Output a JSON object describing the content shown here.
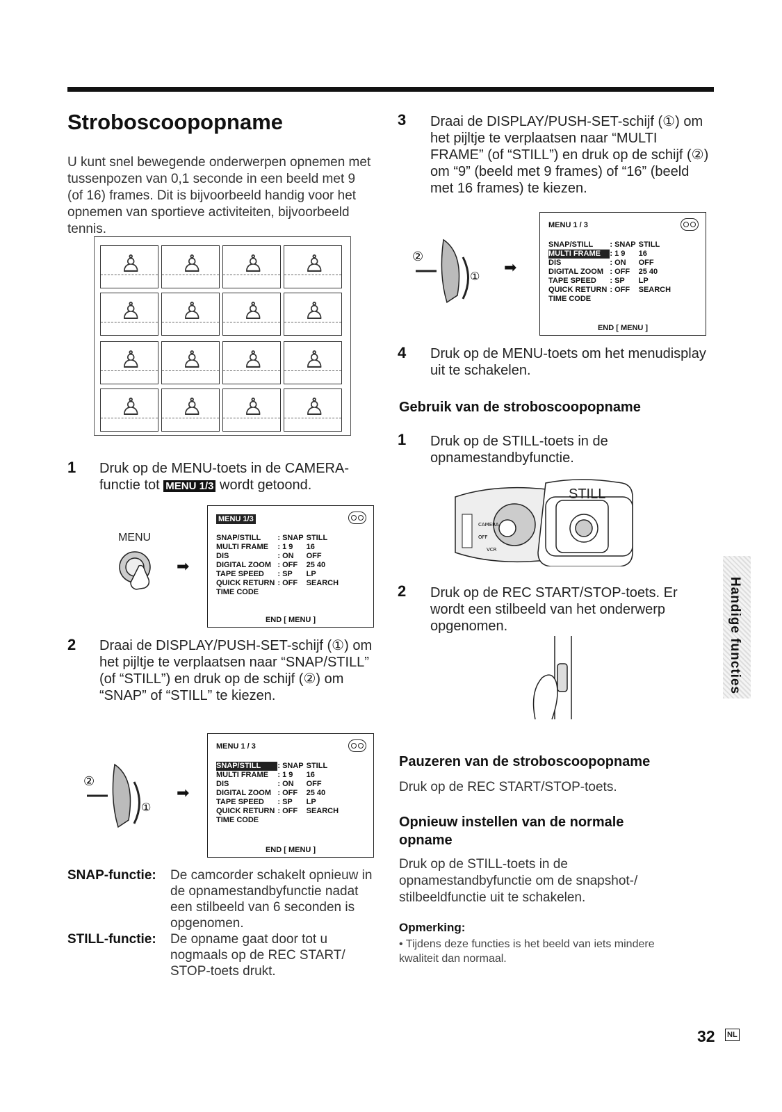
{
  "title": "Stroboscoopopname",
  "intro": "U kunt snel bewegende onderwerpen opnemen met tussenpozen van 0,1 seconde in een beeld met 9 (of 16) frames. Dit is bijvoorbeeld handig voor het opnemen van sportieve activiteiten, bijvoorbeeld tennis.",
  "steps_left": [
    {
      "num": "1",
      "text_a": "Druk op de MENU-toets in de CAMERA-functie tot ",
      "badge": "MENU 1/3",
      "text_b": " wordt getoond."
    },
    {
      "num": "2",
      "text": "Draai de DISPLAY/PUSH-SET-schijf (①) om het pijltje te verplaatsen naar “SNAP/STILL” (of “STILL”) en druk op de schijf (②) om “SNAP” of “STILL” te kiezen."
    }
  ],
  "menu_label": "MENU",
  "menu": {
    "title": "MENU 1/3",
    "title_alt": "MENU 1 / 3",
    "rows": [
      {
        "k": "SNAP/STILL",
        "v": ": SNAP",
        "w": "STILL"
      },
      {
        "k": "MULTI FRAME",
        "v": ": 1   9",
        "w": "16"
      },
      {
        "k": "DIS",
        "v": ": ON",
        "w": "OFF"
      },
      {
        "k": "DIGITAL ZOOM",
        "v": ": OFF",
        "w": "25  40"
      },
      {
        "k": "TAPE SPEED",
        "v": ": SP",
        "w": "LP"
      },
      {
        "k": "QUICK RETURN",
        "v": ": OFF",
        "w": "SEARCH"
      },
      {
        "k": "TIME CODE",
        "v": "",
        "w": ""
      }
    ],
    "end": "END  [ MENU ]"
  },
  "glossary": [
    {
      "term": "SNAP-functie:",
      "def": "De camcorder schakelt opnieuw in de opnamestandbyfunctie nadat een stilbeeld van 6 seconden is opgenomen."
    },
    {
      "term": "STILL-functie:",
      "def": "De opname gaat door tot u nogmaals op de REC START/ STOP-toets drukt."
    }
  ],
  "steps_right": [
    {
      "num": "3",
      "text": "Draai de DISPLAY/PUSH-SET-schijf (①) om het pijltje te verplaatsen naar “MULTI FRAME” (of “STILL”) en druk op de schijf (②) om “9” (beeld met 9 frames) of “16” (beeld met 16 frames) te kiezen."
    },
    {
      "num": "4",
      "text": "Druk op de MENU-toets om het menudisplay uit te schakelen."
    }
  ],
  "section_use": {
    "heading": "Gebruik van de stroboscoopopname",
    "steps": [
      {
        "num": "1",
        "text": "Druk op de STILL-toets in de opnamestandbyfunctie."
      },
      {
        "num": "2",
        "text": "Druk op de REC START/STOP-toets. Er wordt een stilbeeld van het onderwerp opgenomen."
      }
    ],
    "still_label": "STILL",
    "camera_labels": [
      "CAMERA",
      "OFF",
      "VCR"
    ]
  },
  "section_pause": {
    "heading": "Pauzeren van de stroboscoopopname",
    "text": "Druk op de REC START/STOP-toets."
  },
  "section_reset": {
    "heading": "Opnieuw instellen van de normale opname",
    "text": "Druk op de STILL-toets in de opnamestandbyfunctie om de snapshot-/ stilbeeldfunctie uit te schakelen."
  },
  "note": {
    "title": "Opmerking:",
    "text": "• Tijdens deze functies is het beeld van iets mindere kwaliteit dan normaal."
  },
  "side_tab": "Handige functies",
  "page_number": "32",
  "language_badge": "NL"
}
